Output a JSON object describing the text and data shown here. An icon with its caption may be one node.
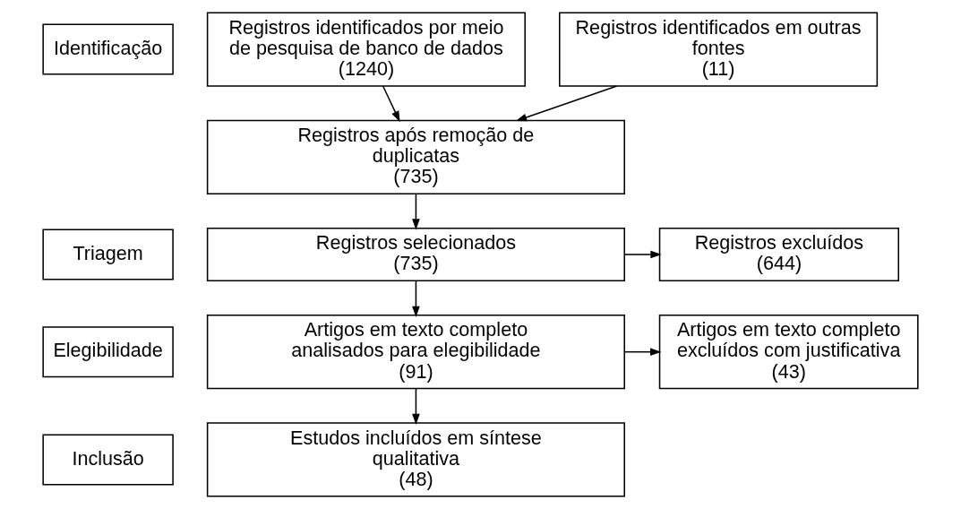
{
  "diagram": {
    "nodes": [
      {
        "text": [
          "Identificação"
        ]
      },
      {
        "text": [
          "Triagem"
        ]
      },
      {
        "text": [
          "Elegibilidade"
        ]
      },
      {
        "text": [
          "Inclusão"
        ]
      },
      {
        "text": [
          "Registros identificados por meio de pesquisa de banco de dados",
          "(1240)"
        ]
      },
      {
        "text": [
          "Registros identificados em outras fontes",
          "(11)"
        ]
      },
      {
        "text": [
          "Registros após remoção de duplicatas",
          "(735)"
        ]
      },
      {
        "text": [
          "Registros selecionados",
          "(735)"
        ]
      },
      {
        "text": [
          "Registros excluídos",
          "(644)"
        ]
      },
      {
        "text": [
          "Artigos em texto completo analisados para elegibilidade",
          "(91)"
        ]
      },
      {
        "text": [
          "Artigos em texto completo excluídos com justificativa",
          "(43)"
        ]
      },
      {
        "text": [
          "Estudos incluídos em síntese qualitativa",
          "(48)"
        ]
      }
    ],
    "edges": [
      {
        "from": 4,
        "to": 6,
        "arrow": "to"
      },
      {
        "from": 5,
        "to": 6,
        "arrow": "to"
      },
      {
        "from": 6,
        "to": 7,
        "arrow": "to"
      },
      {
        "from": 7,
        "to": 8,
        "arrow": "to"
      },
      {
        "from": 7,
        "to": 9,
        "arrow": "to"
      },
      {
        "from": 9,
        "to": 10,
        "arrow": "to"
      },
      {
        "from": 9,
        "to": 11,
        "arrow": "to"
      }
    ]
  }
}
